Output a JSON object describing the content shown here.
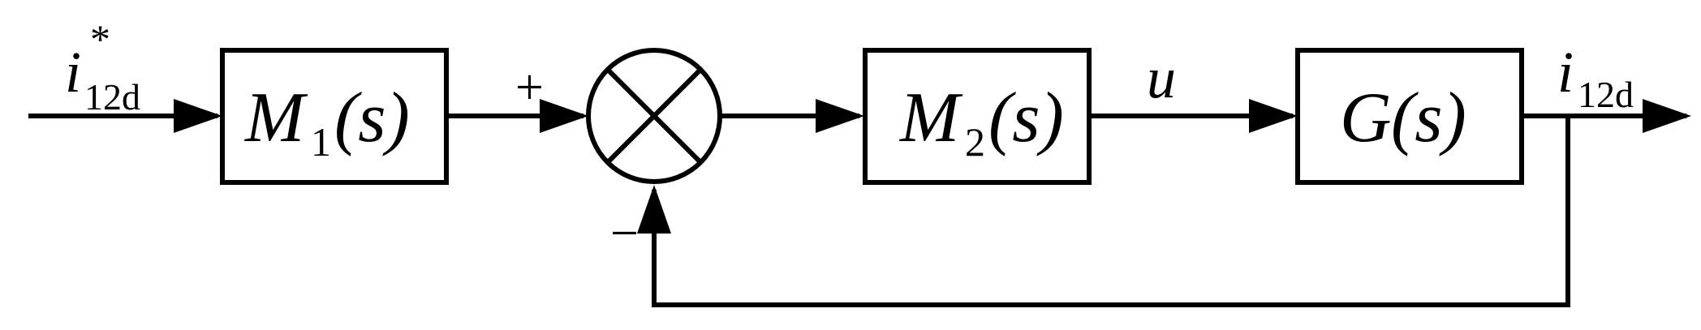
{
  "blocks": {
    "m1": {
      "main": "M",
      "sub": "1",
      "arg": "(s)"
    },
    "m2": {
      "main": "M",
      "sub": "2",
      "arg": "(s)"
    },
    "g": {
      "main": "G",
      "arg": "(s)"
    }
  },
  "signals": {
    "input": {
      "main": "i",
      "sub": "12d",
      "sup": "*"
    },
    "control": "u",
    "output": {
      "main": "i",
      "sub": "12d"
    }
  },
  "summing_junction": {
    "plus_sign": "+",
    "minus_sign": "−"
  }
}
